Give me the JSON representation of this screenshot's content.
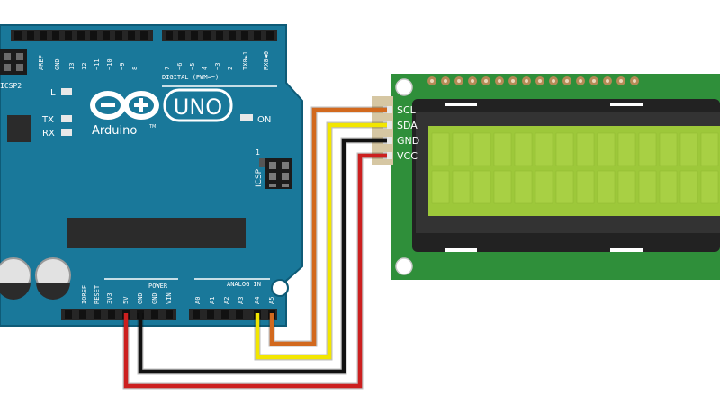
{
  "arduino": {
    "brand": "Arduino",
    "trademark": "TM",
    "model": "UNO",
    "on_label": "ON",
    "led_l": "L",
    "led_tx": "TX",
    "led_rx": "RX",
    "icsp2_label": "ICSP2",
    "icsp_label": "ICSP",
    "icsp_pin1": "1",
    "digital_title": "DIGITAL (PWM=~)",
    "digital_pins": [
      "AREF",
      "GND",
      "13",
      "12",
      "~11",
      "~10",
      "~9",
      "8",
      "7",
      "~6",
      "~5",
      "4",
      "~3",
      "2",
      "TX0►1",
      "RX0◄0"
    ],
    "power_title": "POWER",
    "power_pins": [
      "IOREF",
      "RESET",
      "3V3",
      "5V",
      "GND",
      "GND",
      "VIN"
    ],
    "analog_title": "ANALOG IN",
    "analog_pins": [
      "A0",
      "A1",
      "A2",
      "A3",
      "A4",
      "A5"
    ]
  },
  "lcd": {
    "pins": [
      "SCL",
      "SDA",
      "GND",
      "VCC"
    ]
  },
  "wires": [
    {
      "from": "A5",
      "to": "SCL",
      "color": "#d2691e"
    },
    {
      "from": "A4",
      "to": "SDA",
      "color": "#f2e600"
    },
    {
      "from": "GND",
      "to": "GND",
      "color": "#111111"
    },
    {
      "from": "5V",
      "to": "VCC",
      "color": "#cc1f1f"
    }
  ],
  "colors": {
    "board": "#19789a",
    "board_edge": "#0e5b77",
    "lcd_pcb": "#2f8f3a",
    "lcd_screen": "#9dc83a",
    "header": "#262626"
  }
}
